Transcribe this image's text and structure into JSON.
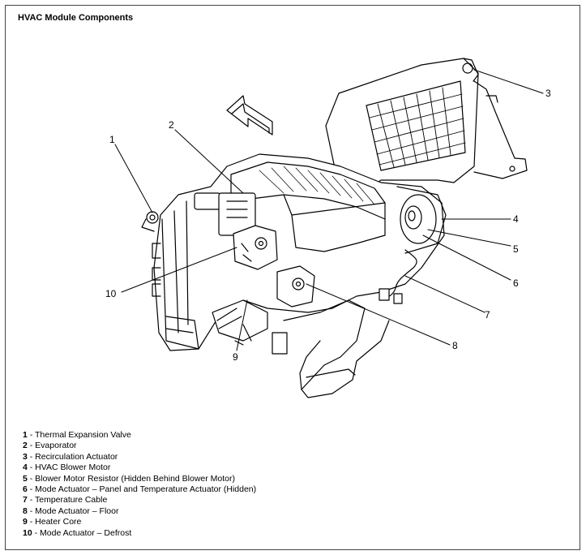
{
  "title": "HVAC Module Components",
  "callouts": [
    "1",
    "2",
    "3",
    "4",
    "5",
    "6",
    "7",
    "8",
    "9",
    "10"
  ],
  "legend": [
    {
      "num": "1",
      "text": " - Thermal Expansion Valve"
    },
    {
      "num": "2",
      "text": " - Evaporator"
    },
    {
      "num": "3",
      "text": " - Recirculation Actuator"
    },
    {
      "num": "4",
      "text": " - HVAC Blower Motor"
    },
    {
      "num": "5",
      "text": " - Blower Motor Resistor (Hidden Behind Blower Motor)"
    },
    {
      "num": "6",
      "text": " - Mode Actuator – Panel and Temperature Actuator (Hidden)"
    },
    {
      "num": "7",
      "text": " - Temperature Cable"
    },
    {
      "num": "8",
      "text": " - Mode Actuator – Floor"
    },
    {
      "num": "9",
      "text": " - Heater Core"
    },
    {
      "num": "10",
      "text": " - Mode Actuator – Defrost"
    }
  ]
}
